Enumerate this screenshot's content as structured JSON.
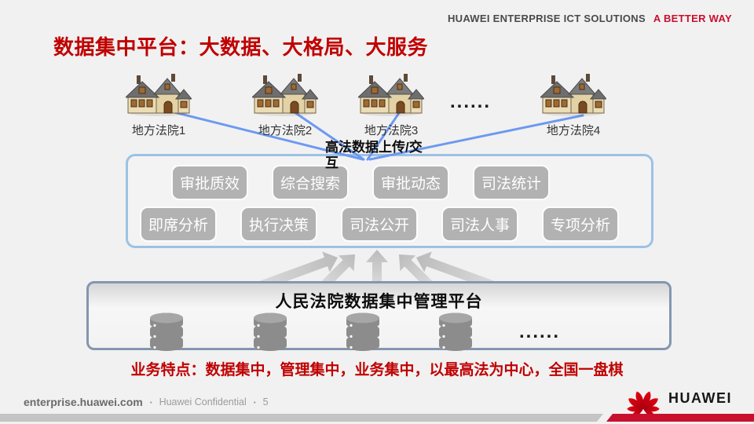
{
  "header": {
    "brand": "HUAWEI ENTERPRISE ICT SOLUTIONS",
    "tagline": "A BETTER WAY"
  },
  "title": "数据集中平台：大数据、大格局、大服务",
  "courts": {
    "items": [
      {
        "label": "地方法院1"
      },
      {
        "label": "地方法院2"
      },
      {
        "label": "地方法院3"
      },
      {
        "label": "地方法院4"
      }
    ],
    "ellipsis": "......"
  },
  "upload_label": "高法数据上传/交互",
  "modules": {
    "row1": [
      "审批质效",
      "综合搜索",
      "审批动态",
      "司法统计"
    ],
    "row2": [
      "即席分析",
      "执行决策",
      "司法公开",
      "司法人事",
      "专项分析"
    ]
  },
  "platform": {
    "title": "人民法院数据集中管理平台",
    "ellipsis": "......"
  },
  "highlight": "业务特点：数据集中，管理集中，业务集中，以最高法为中心，全国一盘棋",
  "footer": {
    "site": "enterprise.huawei.com",
    "separator": "▪",
    "confidential": "Huawei Confidential",
    "page": "5",
    "logo_text": "HUAWEI"
  },
  "colors": {
    "accent_red": "#C00000",
    "brand_red": "#C8102E",
    "module_box_border": "#9CC2E5",
    "platform_box_border": "#8496B0",
    "connection_line_blue": "#6C99F0",
    "module_button_gray": "#B2B2B2"
  }
}
